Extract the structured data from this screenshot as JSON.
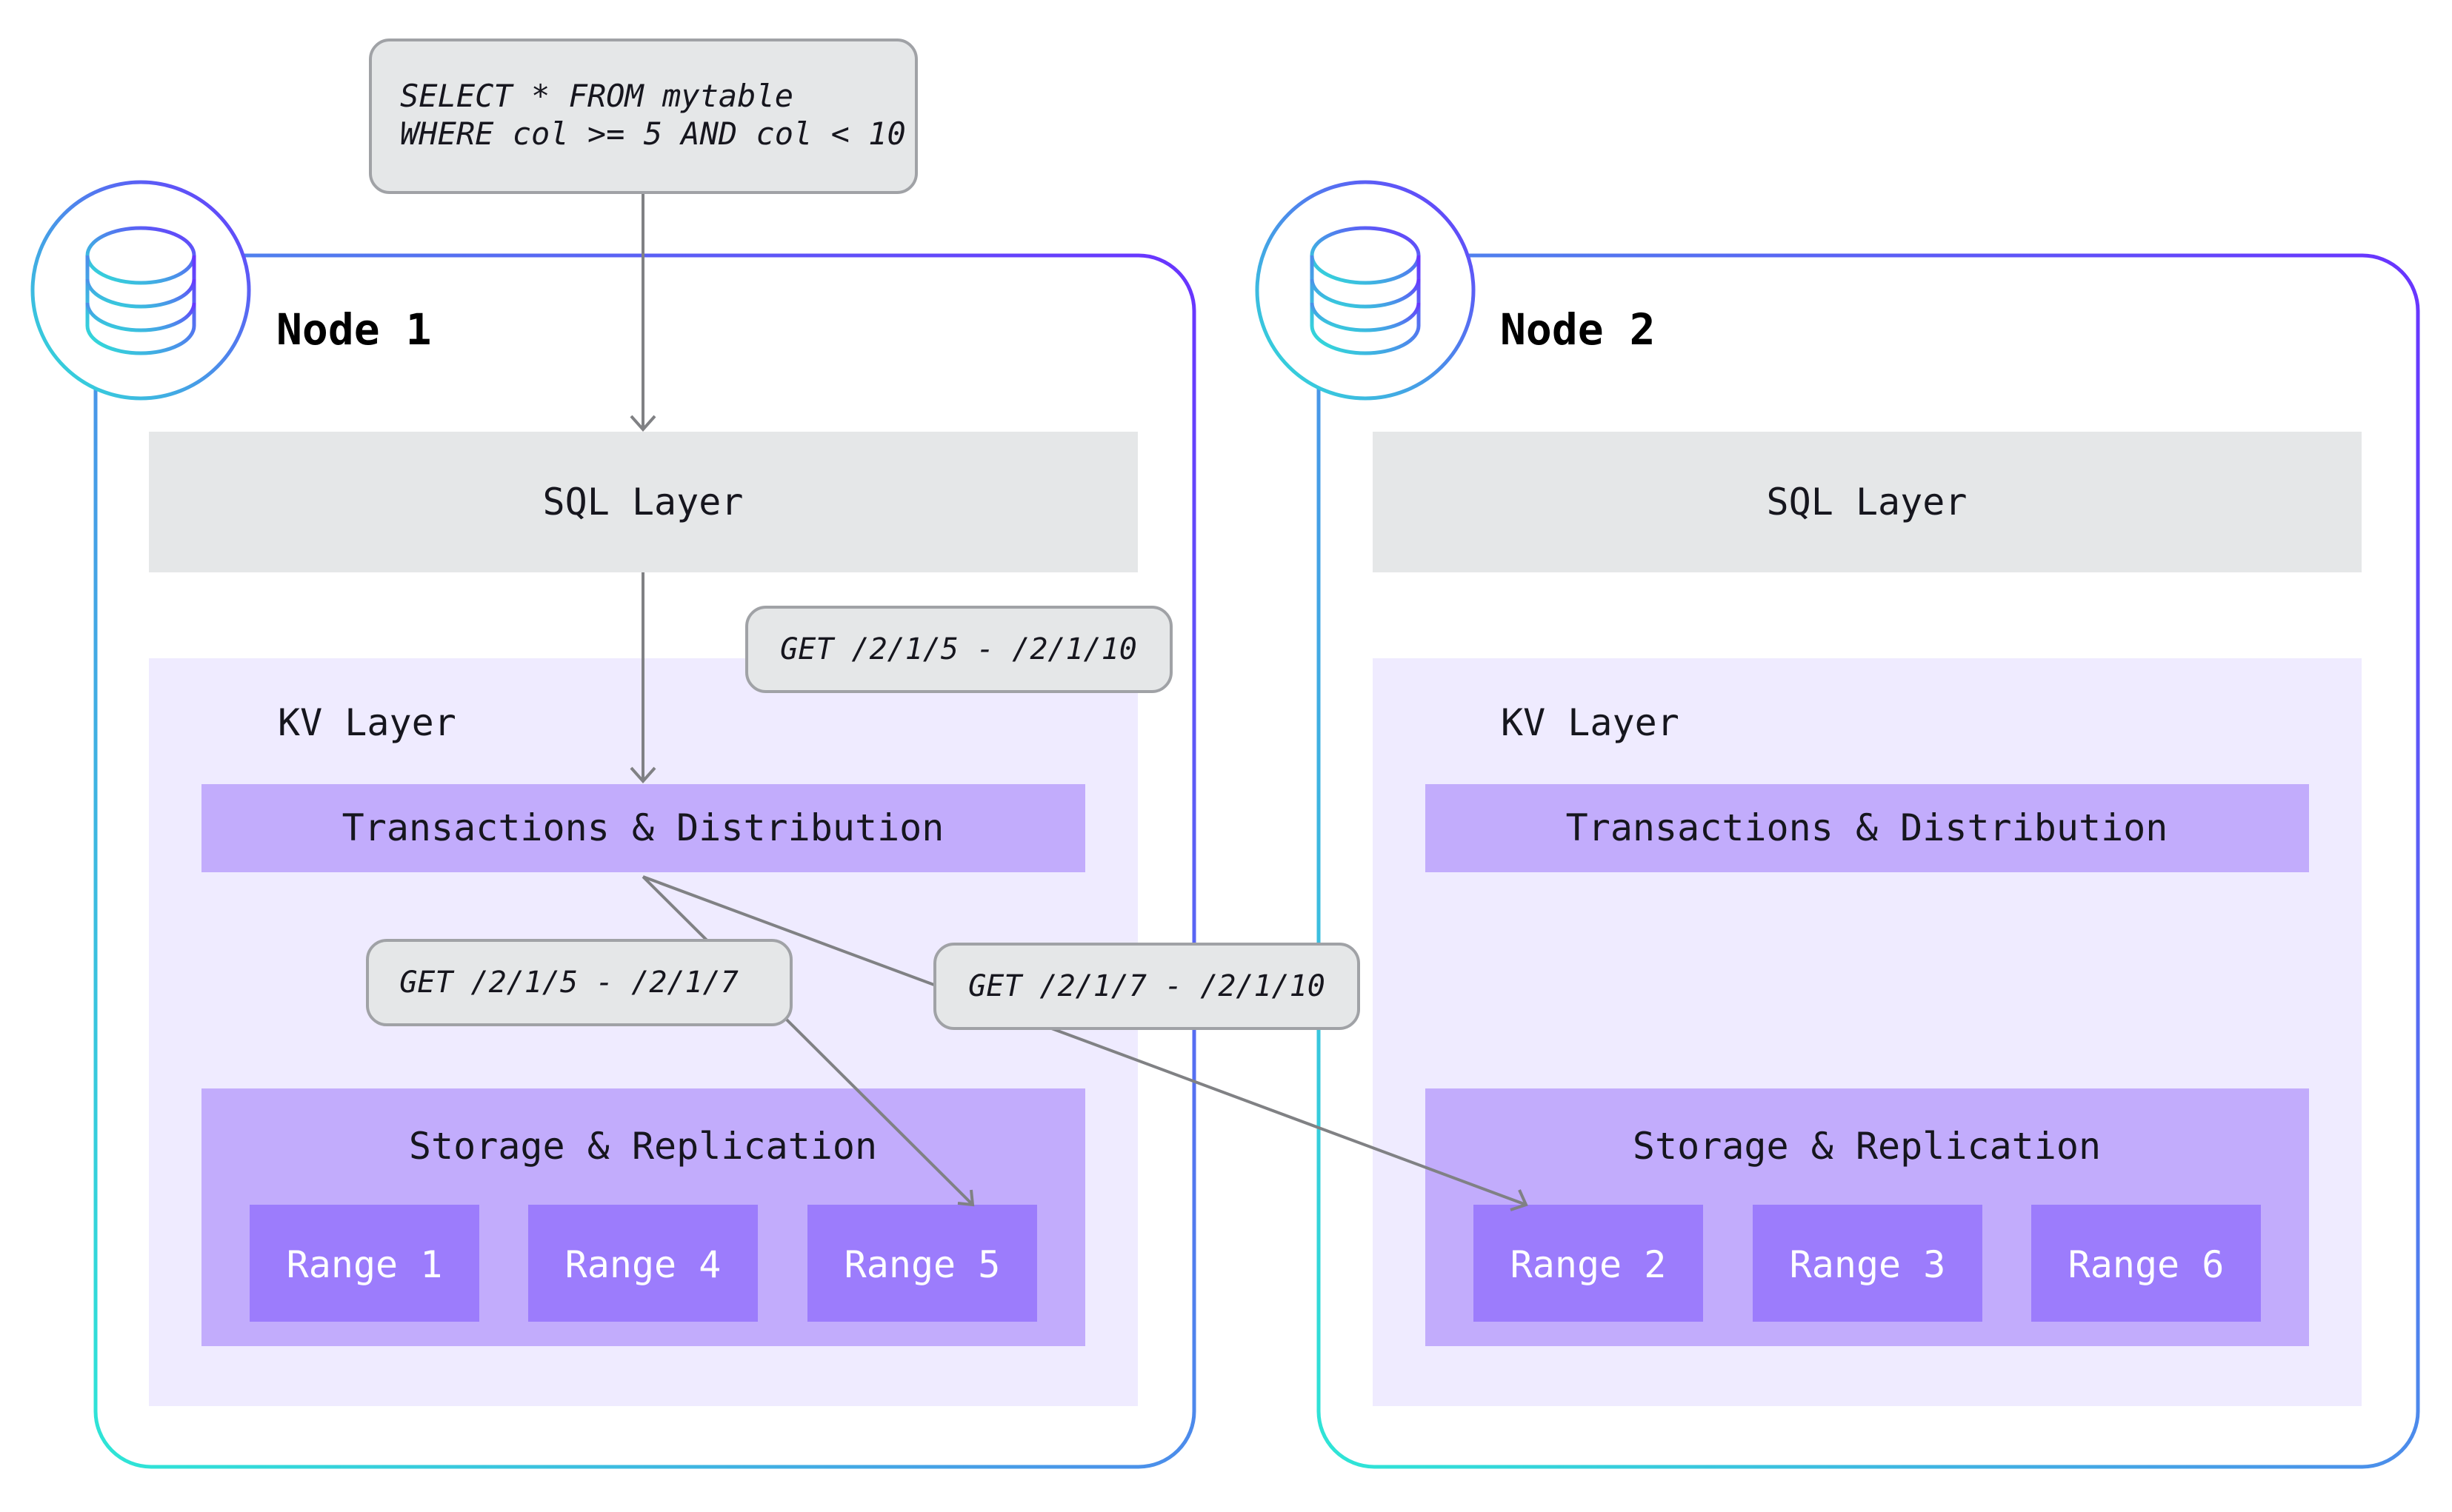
{
  "query": {
    "line1": "SELECT * FROM mytable",
    "line2": "WHERE col >= 5 AND col < 10"
  },
  "node1": {
    "title": "Node 1",
    "sql_layer": "SQL Layer",
    "kv_layer": "KV Layer",
    "transactions": "Transactions & Distribution",
    "storage": "Storage & Replication",
    "ranges": [
      "Range 1",
      "Range 4",
      "Range 5"
    ]
  },
  "node2": {
    "title": "Node 2",
    "sql_layer": "SQL Layer",
    "kv_layer": "KV Layer",
    "transactions": "Transactions & Distribution",
    "storage": "Storage & Replication",
    "ranges": [
      "Range 2",
      "Range 3",
      "Range 6"
    ]
  },
  "requests": {
    "get_full": "GET /2/1/5 - /2/1/10",
    "get_local": "GET /2/1/5 - /2/1/7",
    "get_remote": "GET /2/1/7 - /2/1/10"
  },
  "colors": {
    "node_border_start": "#2ee6d6",
    "node_border_end": "#6933ff",
    "sql_layer_fill": "#e5e7e8",
    "kv_layer_fill": "#efebff",
    "trans_fill": "#c2acfc",
    "storage_fill": "#c2acfc",
    "range_fill": "#9c7cfc",
    "bubble_fill": "#e5e7e8",
    "bubble_stroke": "#a0a2a6",
    "arrow": "#808184"
  },
  "icons": {
    "node1": "database-icon",
    "node2": "database-icon"
  }
}
